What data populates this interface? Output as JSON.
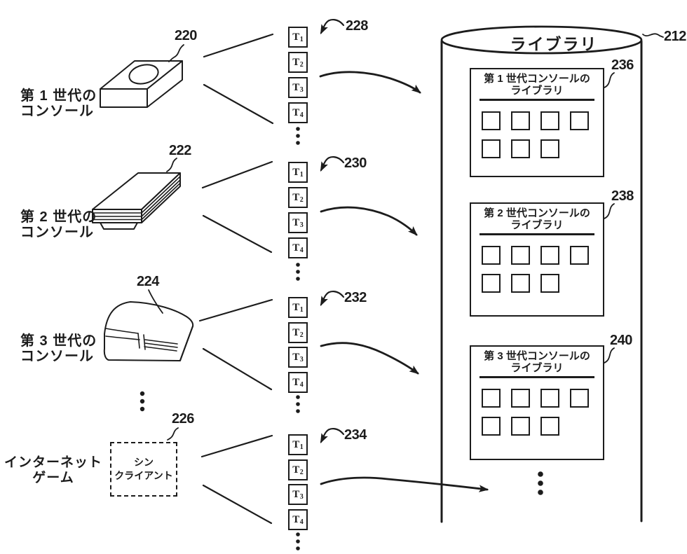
{
  "palette": {
    "ink": "#1c1c1c",
    "paper": "#ffffff"
  },
  "cylinder": {
    "title": "ライブラリ",
    "ref": "212"
  },
  "sources": [
    {
      "name": "gen1-console",
      "label_line1": "第 1 世代の",
      "label_line2": "コンソール",
      "ref": "220",
      "queue_ref": "228",
      "tokens": [
        {
          "base": "T",
          "sub": "1"
        },
        {
          "base": "T",
          "sub": "2"
        },
        {
          "base": "T",
          "sub": "3"
        },
        {
          "base": "T",
          "sub": "4"
        }
      ]
    },
    {
      "name": "gen2-console",
      "label_line1": "第 2 世代の",
      "label_line2": "コンソール",
      "ref": "222",
      "queue_ref": "230",
      "tokens": [
        {
          "base": "T",
          "sub": "1"
        },
        {
          "base": "T",
          "sub": "2"
        },
        {
          "base": "T",
          "sub": "3"
        },
        {
          "base": "T",
          "sub": "4"
        }
      ]
    },
    {
      "name": "gen3-console",
      "label_line1": "第 3 世代の",
      "label_line2": "コンソール",
      "ref": "224",
      "queue_ref": "232",
      "tokens": [
        {
          "base": "T",
          "sub": "1"
        },
        {
          "base": "T",
          "sub": "2"
        },
        {
          "base": "T",
          "sub": "3"
        },
        {
          "base": "T",
          "sub": "4"
        }
      ]
    },
    {
      "name": "internet-game",
      "label_line1": "インターネット",
      "label_line2": "ゲーム",
      "ref": "226",
      "queue_ref": "234",
      "client_box": {
        "line1": "シン",
        "line2": "クライアント"
      },
      "tokens": [
        {
          "base": "T",
          "sub": "1"
        },
        {
          "base": "T",
          "sub": "2"
        },
        {
          "base": "T",
          "sub": "3"
        },
        {
          "base": "T",
          "sub": "4"
        }
      ]
    }
  ],
  "libraries": [
    {
      "title_line1": "第 1 世代コンソールの",
      "title_line2": "ライブラリ",
      "ref": "236",
      "slots_row1": 4,
      "slots_row2": 3
    },
    {
      "title_line1": "第 2 世代コンソールの",
      "title_line2": "ライブラリ",
      "ref": "238",
      "slots_row1": 4,
      "slots_row2": 3
    },
    {
      "title_line1": "第 3 世代コンソールの",
      "title_line2": "ライブラリ",
      "ref": "240",
      "slots_row1": 4,
      "slots_row2": 3
    }
  ]
}
